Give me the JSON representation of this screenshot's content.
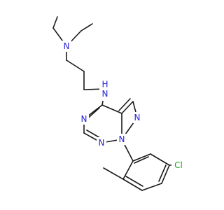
{
  "molecule": {
    "bond_color": "#1a1a1a",
    "atoms": [
      {
        "id": "n_amine_tertiary",
        "label": "N",
        "color": "#2424d6"
      },
      {
        "id": "n_amine_secondary",
        "label": "H\nN",
        "color": "#2424d6"
      },
      {
        "id": "n_pyrimidine_top",
        "label": "N",
        "color": "#2424d6"
      },
      {
        "id": "n_pyrimidine_bottom",
        "label": "N",
        "color": "#2424d6"
      },
      {
        "id": "n_pyrazole_upper",
        "label": "N",
        "color": "#2424d6"
      },
      {
        "id": "n_pyrazole_aryl",
        "label": "N",
        "color": "#2424d6"
      },
      {
        "id": "cl_substituent",
        "label": "Cl",
        "color": "#21a221"
      }
    ]
  }
}
